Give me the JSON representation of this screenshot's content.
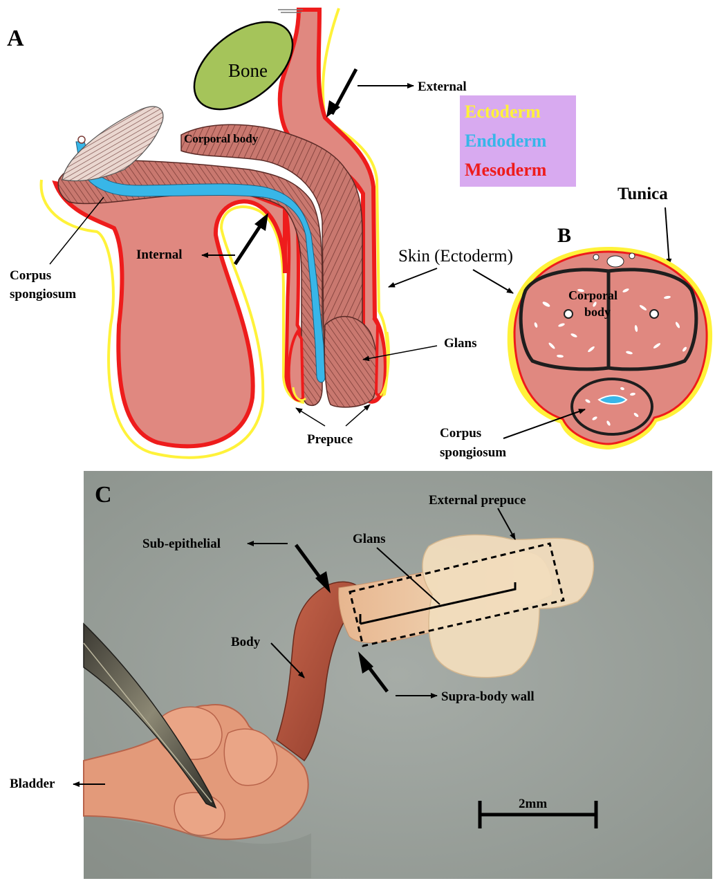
{
  "panels": {
    "a": "A",
    "b": "B",
    "c": "C"
  },
  "panel_a": {
    "bone": "Bone",
    "corporal_body": "Corporal body",
    "external": "External",
    "internal": "Internal",
    "corpus_spongiosum_line1": "Corpus",
    "corpus_spongiosum_line2": "spongiosum",
    "skin": "Skin (Ectoderm)",
    "glans": "Glans",
    "prepuce": "Prepuce"
  },
  "legend": {
    "background": "#d8aaf0",
    "items": [
      {
        "label": "Ectoderm",
        "color": "#fff23a"
      },
      {
        "label": "Endoderm",
        "color": "#38b6e8"
      },
      {
        "label": "Mesoderm",
        "color": "#ee1c1c"
      }
    ]
  },
  "panel_b": {
    "tunica": "Tunica",
    "corporal_line1": "Corporal",
    "corporal_line2": "body",
    "corpus_spongiosum_line1": "Corpus",
    "corpus_spongiosum_line2": "spongiosum"
  },
  "panel_c": {
    "external_prepuce": "External prepuce",
    "glans": "Glans",
    "sub_epithelial": "Sub-epithelial",
    "body": "Body",
    "supra_body_wall": "Supra-body wall",
    "bladder": "Bladder",
    "scale_bar": "2mm"
  },
  "colors": {
    "tissue": "#e08880",
    "mesoderm": "#ee1c1c",
    "ectoderm": "#fff23a",
    "endoderm": "#38b6e8",
    "bone": "#a5c45a",
    "photo_bg": "#9aa19b"
  }
}
